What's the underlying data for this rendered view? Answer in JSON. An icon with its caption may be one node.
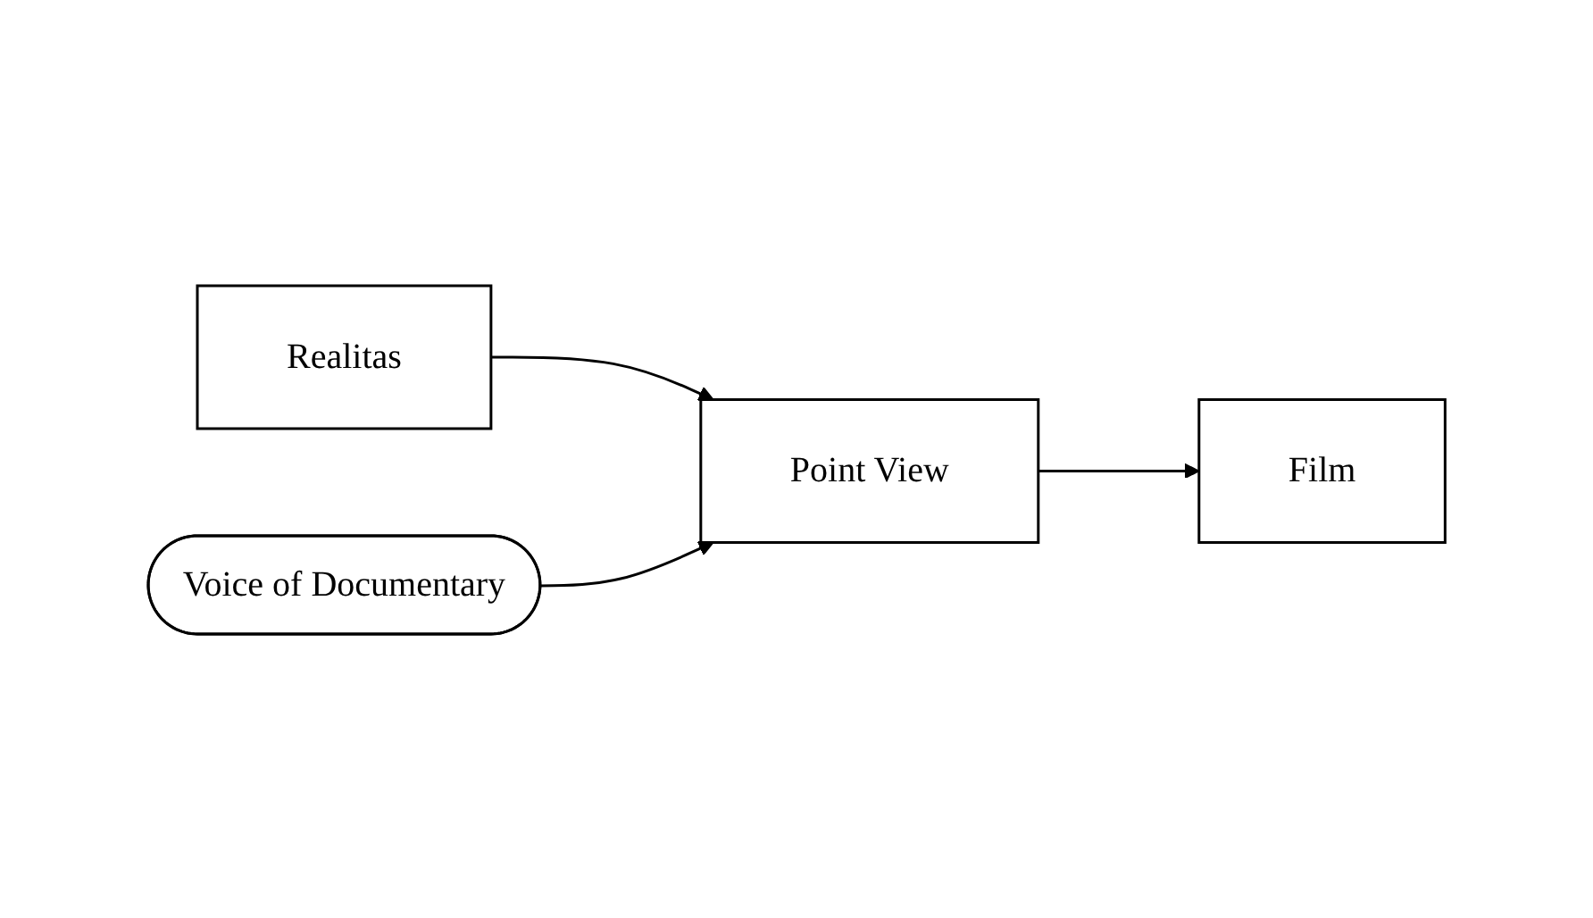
{
  "diagram": {
    "nodes": [
      {
        "text": [
          "Realitas"
        ]
      },
      {
        "text": [
          "Point View"
        ]
      },
      {
        "text": [
          "Film"
        ]
      },
      {
        "text": [
          "Voice of Documentary"
        ]
      }
    ],
    "edges": [
      {
        "from": 0,
        "to": 1,
        "arrow": "to"
      },
      {
        "from": 1,
        "to": 2,
        "arrow": "to"
      },
      {
        "from": 3,
        "to": 1,
        "arrow": "to"
      }
    ]
  }
}
